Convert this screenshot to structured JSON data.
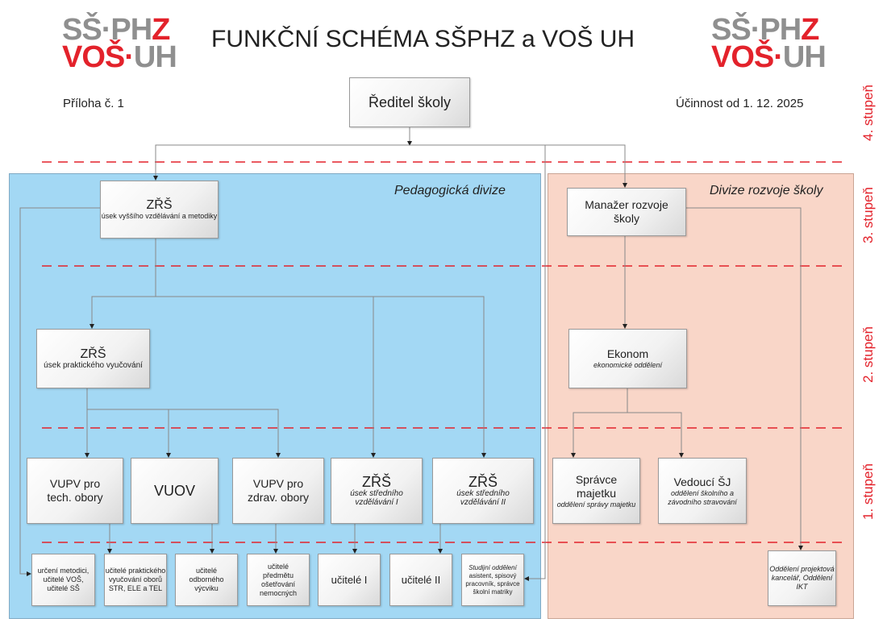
{
  "header": {
    "title": "FUNKČNÍ SCHÉMA SŠPHZ a VOŠ UH",
    "appendix": "Příloha č. 1",
    "effective": "Účinnost od 1. 12. 2025",
    "logo": {
      "line1a": "SŠ·PH",
      "line1b": "Z",
      "line2a": "VOŠ·",
      "line2b": "UH"
    }
  },
  "levels": [
    "4. stupeň",
    "3. stupeň",
    "2. stupeň",
    "1. stupeň"
  ],
  "divisions": {
    "pedagogical": "Pedagogická divize",
    "development": "Divize rozvoje školy"
  },
  "boxes": {
    "director": "Ředitel školy",
    "zrs_top": {
      "title": "ZŘŠ",
      "sub": "úsek vyššího vzdělávání a metodiky"
    },
    "manager": "Manažer rozvoje školy",
    "zrs_prakt": {
      "title": "ZŘŠ",
      "sub": "úsek praktického vyučování"
    },
    "ekonom": {
      "title": "Ekonom",
      "sub": "ekonomické oddělení"
    },
    "vupv_tech": "VUPV pro tech. obory",
    "vuov": "VUOV",
    "vupv_zdrav": "VUPV pro zdrav. obory",
    "zrs1": {
      "title": "ZŘŠ",
      "sub": "úsek středního vzdělávání I"
    },
    "zrs2": {
      "title": "ZŘŠ",
      "sub": "úsek středního vzdělávání II"
    },
    "spravce": {
      "title": "Správce majetku",
      "sub": "oddělení správy majetku"
    },
    "sj": {
      "title": "Vedoucí ŠJ",
      "sub": "oddělení školního a závodního stravování"
    },
    "b1": "určení metodici, učitelé VOŠ, učitelé SŠ",
    "b2": "učitelé praktického vyučování oborů STR, ELE a TEL",
    "b3": "učitelé odborného výcviku",
    "b4": "učitelé předmětu ošetřování nemocných",
    "b5": "učitelé I",
    "b6": "učitelé II",
    "b7": {
      "title": "Studijní oddělení",
      "sub": "asistent, spisový pracovník, správce školní matriky"
    },
    "b8": "Oddělení projektová kancelář, Oddělení IKT"
  }
}
